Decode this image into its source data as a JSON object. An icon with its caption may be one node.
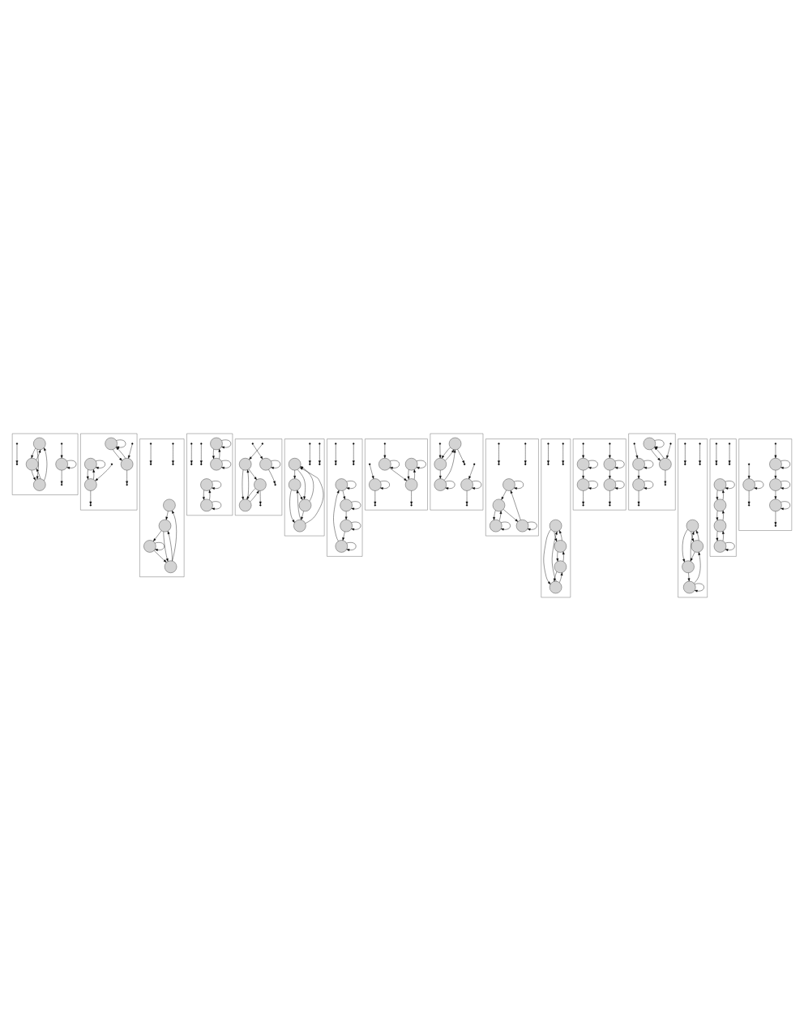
{
  "diagram": {
    "nodes": [
      {
        "text": [],
        "shape": "box"
      },
      {
        "text": [],
        "shape": "circle",
        "in": 0
      },
      {
        "text": [],
        "shape": "circle",
        "in": 0
      },
      {
        "text": [],
        "shape": "circle",
        "in": 0
      },
      {
        "text": [],
        "shape": "circle",
        "in": 0
      },
      {
        "text": [],
        "shape": "dot",
        "in": 0
      },
      {
        "text": [],
        "shape": "dot",
        "in": 0
      },
      {
        "text": [],
        "shape": "dot",
        "in": 0
      },
      {
        "text": [],
        "shape": "dot",
        "in": 0
      },
      {
        "text": [],
        "shape": "box"
      },
      {
        "text": [],
        "shape": "circle",
        "in": 9
      },
      {
        "text": [],
        "shape": "circle",
        "in": 9
      },
      {
        "text": [],
        "shape": "circle",
        "in": 9
      },
      {
        "text": [],
        "shape": "circle",
        "in": 9
      },
      {
        "text": [],
        "shape": "dot",
        "in": 9
      },
      {
        "text": [],
        "shape": "dot",
        "in": 9
      },
      {
        "text": [],
        "shape": "dot",
        "in": 9
      },
      {
        "text": [],
        "shape": "dot",
        "in": 9
      },
      {
        "text": [],
        "shape": "box"
      },
      {
        "text": [],
        "shape": "circle",
        "in": 18
      },
      {
        "text": [],
        "shape": "circle",
        "in": 18
      },
      {
        "text": [],
        "shape": "circle",
        "in": 18
      },
      {
        "text": [],
        "shape": "circle",
        "in": 18
      },
      {
        "text": [],
        "shape": "dot",
        "in": 18
      },
      {
        "text": [],
        "shape": "dot",
        "in": 18
      },
      {
        "text": [],
        "shape": "dot",
        "in": 18
      },
      {
        "text": [],
        "shape": "dot",
        "in": 18
      },
      {
        "text": [],
        "shape": "box"
      },
      {
        "text": [],
        "shape": "circle",
        "in": 27
      },
      {
        "text": [],
        "shape": "circle",
        "in": 27
      },
      {
        "text": [],
        "shape": "circle",
        "in": 27
      },
      {
        "text": [],
        "shape": "circle",
        "in": 27
      },
      {
        "text": [],
        "shape": "dot",
        "in": 27
      },
      {
        "text": [],
        "shape": "dot",
        "in": 27
      },
      {
        "text": [],
        "shape": "dot",
        "in": 27
      },
      {
        "text": [],
        "shape": "dot",
        "in": 27
      },
      {
        "text": [],
        "shape": "box"
      },
      {
        "text": [],
        "shape": "circle",
        "in": 36
      },
      {
        "text": [],
        "shape": "circle",
        "in": 36
      },
      {
        "text": [],
        "shape": "circle",
        "in": 36
      },
      {
        "text": [],
        "shape": "circle",
        "in": 36
      },
      {
        "text": [],
        "shape": "dot",
        "in": 36
      },
      {
        "text": [],
        "shape": "dot",
        "in": 36
      },
      {
        "text": [],
        "shape": "dot",
        "in": 36
      },
      {
        "text": [],
        "shape": "dot",
        "in": 36
      },
      {
        "text": [],
        "shape": "box"
      },
      {
        "text": [],
        "shape": "circle",
        "in": 45
      },
      {
        "text": [],
        "shape": "circle",
        "in": 45
      },
      {
        "text": [],
        "shape": "circle",
        "in": 45
      },
      {
        "text": [],
        "shape": "circle",
        "in": 45
      },
      {
        "text": [],
        "shape": "dot",
        "in": 45
      },
      {
        "text": [],
        "shape": "dot",
        "in": 45
      },
      {
        "text": [],
        "shape": "dot",
        "in": 45
      },
      {
        "text": [],
        "shape": "dot",
        "in": 45
      },
      {
        "text": [],
        "shape": "box"
      },
      {
        "text": [],
        "shape": "circle",
        "in": 54
      },
      {
        "text": [],
        "shape": "circle",
        "in": 54
      },
      {
        "text": [],
        "shape": "circle",
        "in": 54
      },
      {
        "text": [],
        "shape": "circle",
        "in": 54
      },
      {
        "text": [],
        "shape": "dot",
        "in": 54
      },
      {
        "text": [],
        "shape": "dot",
        "in": 54
      },
      {
        "text": [],
        "shape": "dot",
        "in": 54
      },
      {
        "text": [],
        "shape": "dot",
        "in": 54
      },
      {
        "text": [],
        "shape": "box"
      },
      {
        "text": [],
        "shape": "circle",
        "in": 63
      },
      {
        "text": [],
        "shape": "circle",
        "in": 63
      },
      {
        "text": [],
        "shape": "circle",
        "in": 63
      },
      {
        "text": [],
        "shape": "circle",
        "in": 63
      },
      {
        "text": [],
        "shape": "dot",
        "in": 63
      },
      {
        "text": [],
        "shape": "dot",
        "in": 63
      },
      {
        "text": [],
        "shape": "dot",
        "in": 63
      },
      {
        "text": [],
        "shape": "dot",
        "in": 63
      },
      {
        "text": [],
        "shape": "box"
      },
      {
        "text": [],
        "shape": "circle",
        "in": 72
      },
      {
        "text": [],
        "shape": "circle",
        "in": 72
      },
      {
        "text": [],
        "shape": "circle",
        "in": 72
      },
      {
        "text": [],
        "shape": "circle",
        "in": 72
      },
      {
        "text": [],
        "shape": "dot",
        "in": 72
      },
      {
        "text": [],
        "shape": "dot",
        "in": 72
      },
      {
        "text": [],
        "shape": "dot",
        "in": 72
      },
      {
        "text": [],
        "shape": "dot",
        "in": 72
      },
      {
        "text": [],
        "shape": "box"
      },
      {
        "text": [],
        "shape": "circle",
        "in": 81
      },
      {
        "text": [],
        "shape": "circle",
        "in": 81
      },
      {
        "text": [],
        "shape": "circle",
        "in": 81
      },
      {
        "text": [],
        "shape": "circle",
        "in": 81
      },
      {
        "text": [],
        "shape": "dot",
        "in": 81
      },
      {
        "text": [],
        "shape": "dot",
        "in": 81
      },
      {
        "text": [],
        "shape": "dot",
        "in": 81
      },
      {
        "text": [],
        "shape": "dot",
        "in": 81
      },
      {
        "text": [],
        "shape": "box"
      },
      {
        "text": [],
        "shape": "circle",
        "in": 90
      },
      {
        "text": [],
        "shape": "circle",
        "in": 90
      },
      {
        "text": [],
        "shape": "circle",
        "in": 90
      },
      {
        "text": [],
        "shape": "circle",
        "in": 90
      },
      {
        "text": [],
        "shape": "dot",
        "in": 90
      },
      {
        "text": [],
        "shape": "dot",
        "in": 90
      },
      {
        "text": [],
        "shape": "dot",
        "in": 90
      },
      {
        "text": [],
        "shape": "dot",
        "in": 90
      },
      {
        "text": [],
        "shape": "box"
      },
      {
        "text": [],
        "shape": "circle",
        "in": 99
      },
      {
        "text": [],
        "shape": "circle",
        "in": 99
      },
      {
        "text": [],
        "shape": "circle",
        "in": 99
      },
      {
        "text": [],
        "shape": "circle",
        "in": 99
      },
      {
        "text": [],
        "shape": "dot",
        "in": 99
      },
      {
        "text": [],
        "shape": "dot",
        "in": 99
      },
      {
        "text": [],
        "shape": "dot",
        "in": 99
      },
      {
        "text": [],
        "shape": "dot",
        "in": 99
      },
      {
        "text": [],
        "shape": "box"
      },
      {
        "text": [],
        "shape": "circle",
        "in": 108
      },
      {
        "text": [],
        "shape": "circle",
        "in": 108
      },
      {
        "text": [],
        "shape": "circle",
        "in": 108
      },
      {
        "text": [],
        "shape": "circle",
        "in": 108
      },
      {
        "text": [],
        "shape": "dot",
        "in": 108
      },
      {
        "text": [],
        "shape": "dot",
        "in": 108
      },
      {
        "text": [],
        "shape": "dot",
        "in": 108
      },
      {
        "text": [],
        "shape": "dot",
        "in": 108
      },
      {
        "text": [],
        "shape": "box"
      },
      {
        "text": [],
        "shape": "circle",
        "in": 117
      },
      {
        "text": [],
        "shape": "circle",
        "in": 117
      },
      {
        "text": [],
        "shape": "circle",
        "in": 117
      },
      {
        "text": [],
        "shape": "circle",
        "in": 117
      },
      {
        "text": [],
        "shape": "dot",
        "in": 117
      },
      {
        "text": [],
        "shape": "dot",
        "in": 117
      },
      {
        "text": [],
        "shape": "dot",
        "in": 117
      },
      {
        "text": [],
        "shape": "dot",
        "in": 117
      },
      {
        "text": [],
        "shape": "box"
      },
      {
        "text": [],
        "shape": "circle",
        "in": 126
      },
      {
        "text": [],
        "shape": "circle",
        "in": 126
      },
      {
        "text": [],
        "shape": "circle",
        "in": 126
      },
      {
        "text": [],
        "shape": "circle",
        "in": 126
      },
      {
        "text": [],
        "shape": "dot",
        "in": 126
      },
      {
        "text": [],
        "shape": "dot",
        "in": 126
      },
      {
        "text": [],
        "shape": "dot",
        "in": 126
      },
      {
        "text": [],
        "shape": "dot",
        "in": 126
      },
      {
        "text": [],
        "shape": "box"
      },
      {
        "text": [],
        "shape": "circle",
        "in": 135
      },
      {
        "text": [],
        "shape": "circle",
        "in": 135
      },
      {
        "text": [],
        "shape": "circle",
        "in": 135
      },
      {
        "text": [],
        "shape": "circle",
        "in": 135
      },
      {
        "text": [],
        "shape": "dot",
        "in": 135
      },
      {
        "text": [],
        "shape": "dot",
        "in": 135
      },
      {
        "text": [],
        "shape": "dot",
        "in": 135
      },
      {
        "text": [],
        "shape": "dot",
        "in": 135
      }
    ],
    "edges": [
      {
        "from": 5,
        "to": 6,
        "arrow": "to"
      },
      {
        "from": 1,
        "to": 2,
        "arrow": "to"
      },
      {
        "from": 2,
        "to": 1,
        "arrow": "to"
      },
      {
        "from": 1,
        "to": 3,
        "arrow": "to"
      },
      {
        "from": 3,
        "to": 1,
        "arrow": "to"
      },
      {
        "from": 3,
        "to": 2,
        "arrow": "to"
      },
      {
        "from": 2,
        "to": 3,
        "arrow": "to"
      },
      {
        "from": 8,
        "to": 4,
        "arrow": "to"
      },
      {
        "from": 4,
        "to": 7,
        "arrow": "to"
      },
      {
        "from": 4,
        "to": 4,
        "arrow": "to"
      },
      {
        "from": 16,
        "to": 10,
        "arrow": "to"
      },
      {
        "from": 10,
        "to": 14,
        "arrow": "to"
      },
      {
        "from": 10,
        "to": 10,
        "arrow": "to"
      },
      {
        "from": 11,
        "to": 15,
        "arrow": "to"
      },
      {
        "from": 17,
        "to": 12,
        "arrow": "to"
      },
      {
        "from": 12,
        "to": 11,
        "arrow": "to"
      },
      {
        "from": 13,
        "to": 11,
        "arrow": "to"
      },
      {
        "from": 11,
        "to": 13,
        "arrow": "to"
      },
      {
        "from": 13,
        "to": 12,
        "arrow": "to"
      },
      {
        "from": 12,
        "to": 13,
        "arrow": "to"
      },
      {
        "from": 23,
        "to": 19,
        "arrow": "to"
      },
      {
        "from": 19,
        "to": 19,
        "arrow": "to"
      },
      {
        "from": 19,
        "to": 20,
        "arrow": "to"
      },
      {
        "from": 20,
        "to": 20,
        "arrow": "to"
      },
      {
        "from": 20,
        "to": 25,
        "arrow": "to"
      },
      {
        "from": 24,
        "to": 21,
        "arrow": "to"
      },
      {
        "from": 21,
        "to": 21,
        "arrow": "to"
      },
      {
        "from": 21,
        "to": 22,
        "arrow": "to"
      },
      {
        "from": 22,
        "to": 22,
        "arrow": "to"
      },
      {
        "from": 22,
        "to": 26,
        "arrow": "to"
      },
      {
        "from": 32,
        "to": 29,
        "arrow": "to"
      },
      {
        "from": 29,
        "to": 34,
        "arrow": "to"
      },
      {
        "from": 28,
        "to": 29,
        "arrow": "to"
      },
      {
        "from": 29,
        "to": 28,
        "arrow": "to"
      },
      {
        "from": 28,
        "to": 28,
        "arrow": "to"
      },
      {
        "from": 33,
        "to": 30,
        "arrow": "to"
      },
      {
        "from": 30,
        "to": 30,
        "arrow": "to"
      },
      {
        "from": 30,
        "to": 31,
        "arrow": "to"
      },
      {
        "from": 31,
        "to": 31,
        "arrow": "to"
      },
      {
        "from": 31,
        "to": 35,
        "arrow": "to"
      },
      {
        "from": 41,
        "to": 38,
        "arrow": "to"
      },
      {
        "from": 38,
        "to": 43,
        "arrow": "to"
      },
      {
        "from": 37,
        "to": 38,
        "arrow": "to"
      },
      {
        "from": 38,
        "to": 37,
        "arrow": "to"
      },
      {
        "from": 37,
        "to": 37,
        "arrow": "to"
      },
      {
        "from": 42,
        "to": 40,
        "arrow": "to"
      },
      {
        "from": 40,
        "to": 44,
        "arrow": "to"
      },
      {
        "from": 39,
        "to": 40,
        "arrow": "to"
      },
      {
        "from": 40,
        "to": 39,
        "arrow": "to"
      },
      {
        "from": 39,
        "to": 39,
        "arrow": "to"
      },
      {
        "from": 46,
        "to": 47,
        "arrow": "to"
      },
      {
        "from": 47,
        "to": 48,
        "arrow": "to"
      },
      {
        "from": 48,
        "to": 47,
        "arrow": "to"
      },
      {
        "from": 47,
        "to": 49,
        "arrow": "to"
      },
      {
        "from": 49,
        "to": 48,
        "arrow": "to"
      },
      {
        "from": 48,
        "to": 46,
        "arrow": "to"
      },
      {
        "from": 49,
        "to": 46,
        "arrow": "to"
      },
      {
        "from": 46,
        "to": 49,
        "arrow": "to"
      },
      {
        "from": 50,
        "to": 51,
        "arrow": "to"
      },
      {
        "from": 52,
        "to": 53,
        "arrow": "to"
      },
      {
        "from": 55,
        "to": 56,
        "arrow": "to"
      },
      {
        "from": 56,
        "to": 55,
        "arrow": "to"
      },
      {
        "from": 57,
        "to": 56,
        "arrow": "to"
      },
      {
        "from": 56,
        "to": 57,
        "arrow": "to"
      },
      {
        "from": 57,
        "to": 58,
        "arrow": "to"
      },
      {
        "from": 58,
        "to": 57,
        "arrow": "to"
      },
      {
        "from": 58,
        "to": 55,
        "arrow": "to"
      },
      {
        "from": 55,
        "to": 58,
        "arrow": "to"
      },
      {
        "from": 59,
        "to": 60,
        "arrow": "to"
      },
      {
        "from": 61,
        "to": 62,
        "arrow": "to"
      },
      {
        "from": 64,
        "to": 65,
        "arrow": "to"
      },
      {
        "from": 65,
        "to": 64,
        "arrow": "to"
      },
      {
        "from": 67,
        "to": 64,
        "arrow": "to"
      },
      {
        "from": 64,
        "to": 67,
        "arrow": "to"
      },
      {
        "from": 66,
        "to": 65,
        "arrow": "to"
      },
      {
        "from": 65,
        "to": 67,
        "arrow": "to"
      },
      {
        "from": 67,
        "to": 66,
        "arrow": "to"
      },
      {
        "from": 66,
        "to": 66,
        "arrow": "to"
      },
      {
        "from": 68,
        "to": 69,
        "arrow": "to"
      },
      {
        "from": 70,
        "to": 71,
        "arrow": "to"
      },
      {
        "from": 73,
        "to": 76,
        "arrow": "to"
      },
      {
        "from": 74,
        "to": 73,
        "arrow": "to"
      },
      {
        "from": 75,
        "to": 74,
        "arrow": "to"
      },
      {
        "from": 76,
        "to": 74,
        "arrow": "to"
      },
      {
        "from": 74,
        "to": 76,
        "arrow": "to"
      },
      {
        "from": 76,
        "to": 75,
        "arrow": "to"
      },
      {
        "from": 75,
        "to": 75,
        "arrow": "to"
      },
      {
        "from": 77,
        "to": 78,
        "arrow": "to"
      },
      {
        "from": 79,
        "to": 80,
        "arrow": "to"
      },
      {
        "from": 82,
        "to": 83,
        "arrow": "to"
      },
      {
        "from": 82,
        "to": 82,
        "arrow": "to"
      },
      {
        "from": 83,
        "to": 84,
        "arrow": "to"
      },
      {
        "from": 83,
        "to": 83,
        "arrow": "to"
      },
      {
        "from": 84,
        "to": 84,
        "arrow": "to"
      },
      {
        "from": 84,
        "to": 85,
        "arrow": "to"
      },
      {
        "from": 85,
        "to": 82,
        "arrow": "to"
      },
      {
        "from": 85,
        "to": 85,
        "arrow": "to"
      },
      {
        "from": 86,
        "to": 87,
        "arrow": "to"
      },
      {
        "from": 88,
        "to": 89,
        "arrow": "to"
      },
      {
        "from": 91,
        "to": 92,
        "arrow": "to"
      },
      {
        "from": 91,
        "to": 91,
        "arrow": "to"
      },
      {
        "from": 93,
        "to": 92,
        "arrow": "to"
      },
      {
        "from": 92,
        "to": 93,
        "arrow": "to"
      },
      {
        "from": 93,
        "to": 93,
        "arrow": "to"
      },
      {
        "from": 92,
        "to": 94,
        "arrow": "to"
      },
      {
        "from": 94,
        "to": 91,
        "arrow": "to"
      },
      {
        "from": 94,
        "to": 94,
        "arrow": "to"
      },
      {
        "from": 95,
        "to": 96,
        "arrow": "to"
      },
      {
        "from": 97,
        "to": 98,
        "arrow": "to"
      },
      {
        "from": 100,
        "to": 100,
        "arrow": "to"
      },
      {
        "from": 101,
        "to": 100,
        "arrow": "to"
      },
      {
        "from": 100,
        "to": 101,
        "arrow": "to"
      },
      {
        "from": 102,
        "to": 101,
        "arrow": "to"
      },
      {
        "from": 101,
        "to": 102,
        "arrow": "to"
      },
      {
        "from": 103,
        "to": 102,
        "arrow": "to"
      },
      {
        "from": 102,
        "to": 103,
        "arrow": "to"
      },
      {
        "from": 103,
        "to": 103,
        "arrow": "to"
      },
      {
        "from": 104,
        "to": 105,
        "arrow": "to"
      },
      {
        "from": 106,
        "to": 107,
        "arrow": "to"
      },
      {
        "from": 109,
        "to": 110,
        "arrow": "to"
      },
      {
        "from": 110,
        "to": 109,
        "arrow": "to"
      },
      {
        "from": 109,
        "to": 109,
        "arrow": "to"
      },
      {
        "from": 110,
        "to": 110,
        "arrow": "to"
      },
      {
        "from": 111,
        "to": 112,
        "arrow": "to"
      },
      {
        "from": 112,
        "to": 111,
        "arrow": "to"
      },
      {
        "from": 111,
        "to": 111,
        "arrow": "to"
      },
      {
        "from": 112,
        "to": 112,
        "arrow": "to"
      },
      {
        "from": 113,
        "to": 114,
        "arrow": "to"
      },
      {
        "from": 115,
        "to": 116,
        "arrow": "to"
      },
      {
        "from": 124,
        "to": 118,
        "arrow": "to"
      },
      {
        "from": 118,
        "to": 122,
        "arrow": "to"
      },
      {
        "from": 118,
        "to": 118,
        "arrow": "to"
      },
      {
        "from": 123,
        "to": 119,
        "arrow": "to"
      },
      {
        "from": 119,
        "to": 119,
        "arrow": "to"
      },
      {
        "from": 119,
        "to": 121,
        "arrow": "to"
      },
      {
        "from": 120,
        "to": 121,
        "arrow": "to"
      },
      {
        "from": 121,
        "to": 120,
        "arrow": "to"
      },
      {
        "from": 120,
        "to": 120,
        "arrow": "to"
      },
      {
        "from": 121,
        "to": 125,
        "arrow": "to"
      },
      {
        "from": 133,
        "to": 127,
        "arrow": "to"
      },
      {
        "from": 127,
        "to": 131,
        "arrow": "to"
      },
      {
        "from": 127,
        "to": 127,
        "arrow": "to"
      },
      {
        "from": 128,
        "to": 132,
        "arrow": "to"
      },
      {
        "from": 129,
        "to": 128,
        "arrow": "to"
      },
      {
        "from": 128,
        "to": 130,
        "arrow": "to"
      },
      {
        "from": 130,
        "to": 128,
        "arrow": "to"
      },
      {
        "from": 130,
        "to": 129,
        "arrow": "to"
      },
      {
        "from": 129,
        "to": 129,
        "arrow": "to"
      },
      {
        "from": 134,
        "to": 130,
        "arrow": "to"
      },
      {
        "from": 142,
        "to": 136,
        "arrow": "to"
      },
      {
        "from": 136,
        "to": 140,
        "arrow": "to"
      },
      {
        "from": 136,
        "to": 136,
        "arrow": "to"
      },
      {
        "from": 141,
        "to": 137,
        "arrow": "to"
      },
      {
        "from": 137,
        "to": 137,
        "arrow": "to"
      },
      {
        "from": 137,
        "to": 138,
        "arrow": "to"
      },
      {
        "from": 138,
        "to": 138,
        "arrow": "to"
      },
      {
        "from": 138,
        "to": 139,
        "arrow": "to"
      },
      {
        "from": 139,
        "to": 139,
        "arrow": "to"
      },
      {
        "from": 139,
        "to": 143,
        "arrow": "to"
      }
    ]
  }
}
